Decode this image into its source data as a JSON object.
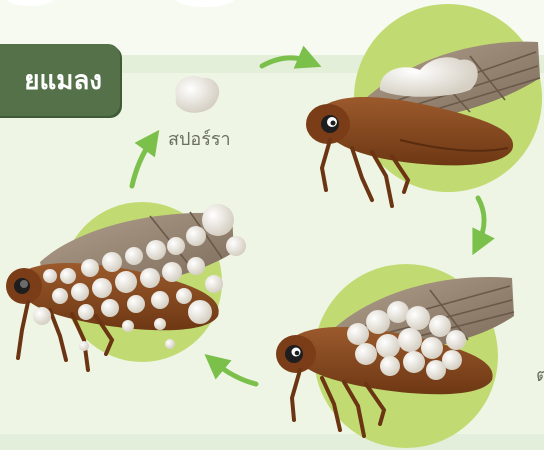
{
  "title": "ยแมลง",
  "spore_label": "สปอร์รา",
  "edge_fragment": "ต",
  "colors": {
    "background": "#eef5e4",
    "light_band": "#f4f9ee",
    "title_tab": "#54714a",
    "circle": "#c1db72",
    "arrow": "#7cc04c",
    "body": "#8a4b22",
    "wing": "#9e8a77",
    "spore": "#e9e5dc"
  },
  "cycle_stages": [
    "stage-1",
    "stage-2",
    "stage-3",
    "stage-4"
  ]
}
